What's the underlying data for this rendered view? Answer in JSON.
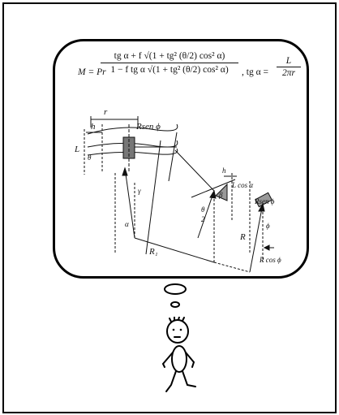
{
  "formula": {
    "lhs": "M = Pr",
    "numerator": "tg α + f √(1 + tg² (θ/2) cos² α)",
    "denominator": "1 − f tg α √(1 + tg² (θ/2) cos² α)",
    "tan_lhs": ", tg α =",
    "tan_num": "L",
    "tan_den": "2πr"
  },
  "diagram": {
    "labels": {
      "r": "r",
      "h_left": "h",
      "L_left": "L",
      "theta": "θ",
      "R_sen_phi_left": "Rsen ϕ",
      "gamma": "γ",
      "alpha": "α",
      "R1": "R₁",
      "theta_half_top": "θ",
      "theta_half_bottom": "2",
      "h_right": "h",
      "beta": "β",
      "L_cos_alpha": "L cos α",
      "R_sen_phi_right": "Rsen ϕ",
      "phi": "ϕ",
      "R": "R",
      "R_cos_phi": "R cos ϕ"
    }
  },
  "thought": {
    "bubbles": 2
  },
  "figure": {
    "character": "stick figure thinking"
  }
}
